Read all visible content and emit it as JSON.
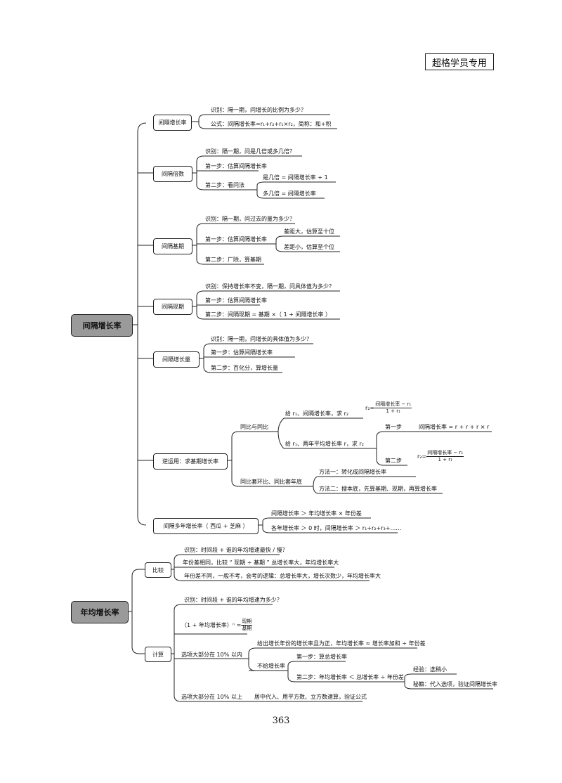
{
  "stamp": "超格学员专用",
  "page_number": "363",
  "root1": {
    "label": "间隔增长率",
    "b1": {
      "label": "间隔增长率",
      "items": [
        "识别：隔一期，问增长的比例为多少？",
        "公式：间隔增长率=r₁+r₂+r₁×r₂，简称：和+积"
      ]
    },
    "b2": {
      "label": "间隔倍数",
      "items": [
        "识别：隔一期，问是几倍或多几倍？",
        "第一步：估算间隔增长率",
        "第二步：看问法"
      ],
      "sub": [
        "是几倍 = 间隔增长率 + 1",
        "多几倍 = 间隔增长率"
      ]
    },
    "b3": {
      "label": "间隔基期",
      "items": [
        "识别：隔一期，问过去的量为多少？",
        "第一步：估算间隔增长率",
        "第二步：厂除，算基期"
      ],
      "sub": [
        "差距大，估算至十位",
        "差距小，估算至个位"
      ]
    },
    "b4": {
      "label": "间隔现期",
      "items": [
        "识别：保持增长率不变，隔一期，问具体值为多少？",
        "第一步：估算间隔增长率",
        "第二步：间隔现期 = 基期 ×（ 1 + 间隔增长率 ）"
      ]
    },
    "b5": {
      "label": "间隔增长量",
      "items": [
        "识别：隔一期，问增长的具体值为多少？",
        "第一步：估算间隔增长率",
        "第二步：百化分，算增长量"
      ]
    },
    "b6": {
      "label": "逆运用：求基期增长率",
      "g1": "同比与同比",
      "g1a": "给 r₁、间隔增长率，求 r₂",
      "g1a_formula": {
        "lhs": "r₂=",
        "num": "间隔增长率 − r₁",
        "den": "1 + r₁"
      },
      "g1b": "给 r₁、两年平均增长率 r，求 r₂",
      "step1": "第一步",
      "step1_text": "间隔增长率 = r + r + r × r",
      "step2": "第二步",
      "step2_formula": {
        "lhs": "r₂=",
        "num": "间隔增长率 − r₁",
        "den": "1 + r₁"
      },
      "g2": "同比套环比、同比套年底",
      "g2a": "方法一：转化成间隔增长率",
      "g2b": "方法二：搜本底，先算基期、现期，再算增长率"
    },
    "b7": {
      "label": "间隔多年增长率（ 西瓜 + 芝麻 ）",
      "items": [
        "间隔增长率 ＞ 年均增长率 × 年份差",
        "各年增长率 ＞ 0 时，间隔增长率 ＞ r₁+r₂+r₃+……"
      ]
    }
  },
  "root2": {
    "label": "年均增长率",
    "c1": {
      "label": "比较",
      "items": [
        "识别：时间段 + 谁的年均增速最快 / 慢？",
        "年份差相同，比较 “ 现期 ÷ 基期 ” 总增长率大，年均增长率大",
        "年份差不同，一般不考，会考的逻辑：总增长率大，增长次数少，年均增长率大"
      ]
    },
    "c2": {
      "label": "计算",
      "items": [
        "识别：时间段 + 谁的年均增速为多少？"
      ],
      "formula": {
        "lhs": "（1 + 年均增长率）ⁿ =",
        "num": "现期",
        "den": "基期"
      },
      "majority_under": "选项大部分在 10% 以内",
      "mu_a": "给出增长年份的增长率且为正，年均增长率 ≈ 增长率加和 ÷ 年份差",
      "mu_b": "不给增长率",
      "mu_b1": "第一步：算总增长率",
      "mu_b2": "第二步：年均增长率 ＜ 总增长率 ÷ 年份差",
      "mu_b2a": "经验：选稍小",
      "mu_b2b": "秘籍：代入选项，验证间隔增长率",
      "majority_over": "选项大部分在 10% 以上",
      "mo_a": "居中代入、用平方数、立方数速算，验证公式"
    }
  }
}
